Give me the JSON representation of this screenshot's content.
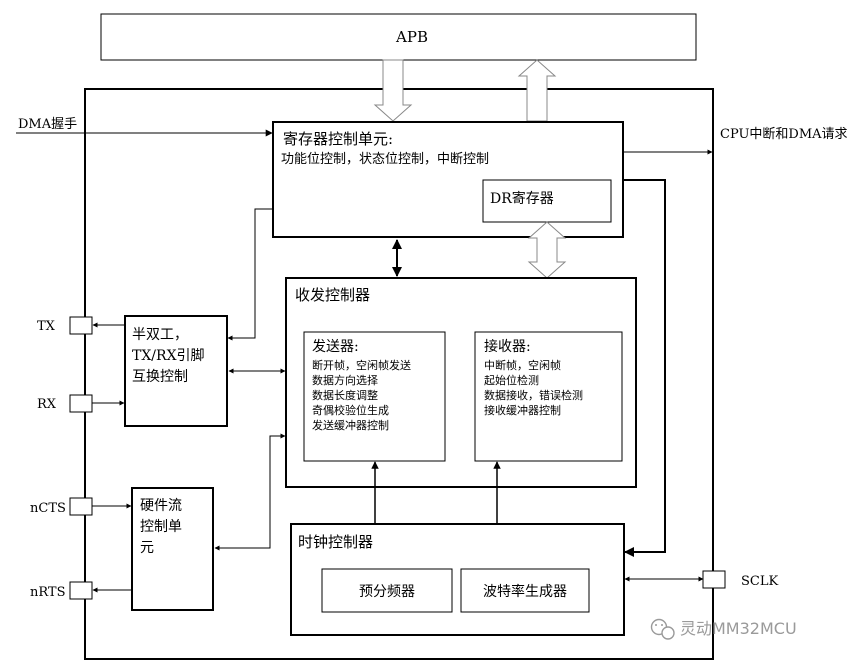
{
  "apb": "APB",
  "dma_handshake": "DMA握手",
  "cpu_irq_dma": "CPU中断和DMA请求",
  "reg_ctrl": {
    "title": "寄存器控制单元:",
    "subtitle": "功能位控制，状态位控制，中断控制",
    "dr_register": "DR寄存器"
  },
  "txrx_ctrl": {
    "title": "收发控制器",
    "transmitter": {
      "title": "发送器:",
      "items": [
        "断开帧，空闲帧发送",
        "数据方向选择",
        "数据长度调整",
        "奇偶校验位生成",
        "发送缓冲器控制"
      ]
    },
    "receiver": {
      "title": "接收器:",
      "items": [
        "中断帧，空闲帧",
        "起始位检测",
        "数据接收，错误检测",
        "接收缓冲器控制"
      ]
    }
  },
  "half_duplex": [
    "半双工，",
    "TX/RX引脚",
    "互换控制"
  ],
  "hw_flow": [
    "硬件流",
    "控制单",
    "元"
  ],
  "clock_ctrl": {
    "title": "时钟控制器",
    "prescaler": "预分频器",
    "baud_gen": "波特率生成器"
  },
  "pins": {
    "tx": "TX",
    "rx": "RX",
    "ncts": "nCTS",
    "nrts": "nRTS",
    "sclk": "SCLK"
  },
  "watermark": "灵动MM32MCU",
  "colors": {
    "line": "#000000",
    "background": "#ffffff",
    "watermark": "#9a9a9a"
  }
}
